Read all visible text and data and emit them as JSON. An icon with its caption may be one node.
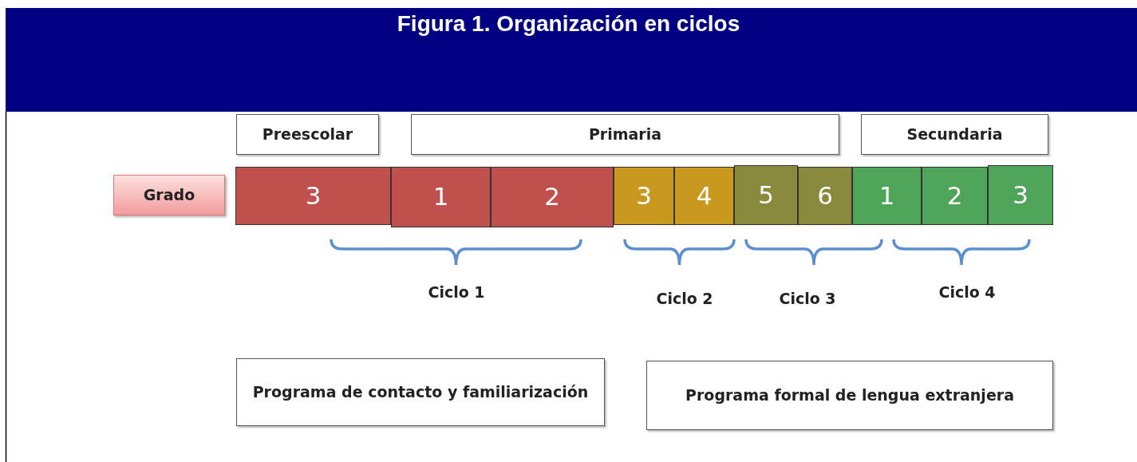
{
  "diagram": {
    "title": "Figura 1. Organización en ciclos",
    "nodes": [
      {
        "text": [
          "Preescolar"
        ]
      },
      {
        "text": [
          "Primaria"
        ]
      },
      {
        "text": [
          "Secundaria"
        ]
      },
      {
        "text": [
          "Grado"
        ]
      },
      {
        "text": [
          "3"
        ]
      },
      {
        "text": [
          "1"
        ]
      },
      {
        "text": [
          "2"
        ]
      },
      {
        "text": [
          "3"
        ]
      },
      {
        "text": [
          "4"
        ]
      },
      {
        "text": [
          "5"
        ]
      },
      {
        "text": [
          "6"
        ]
      },
      {
        "text": [
          "1"
        ]
      },
      {
        "text": [
          "2"
        ]
      },
      {
        "text": [
          "3"
        ]
      },
      {
        "text": [
          "Programa de contacto y familiarización"
        ]
      },
      {
        "text": [
          "Programa formal de lengua extranjera"
        ]
      }
    ],
    "labels": [
      "Ciclo 1",
      "Ciclo 2",
      "Ciclo 3",
      "Ciclo 4"
    ]
  }
}
